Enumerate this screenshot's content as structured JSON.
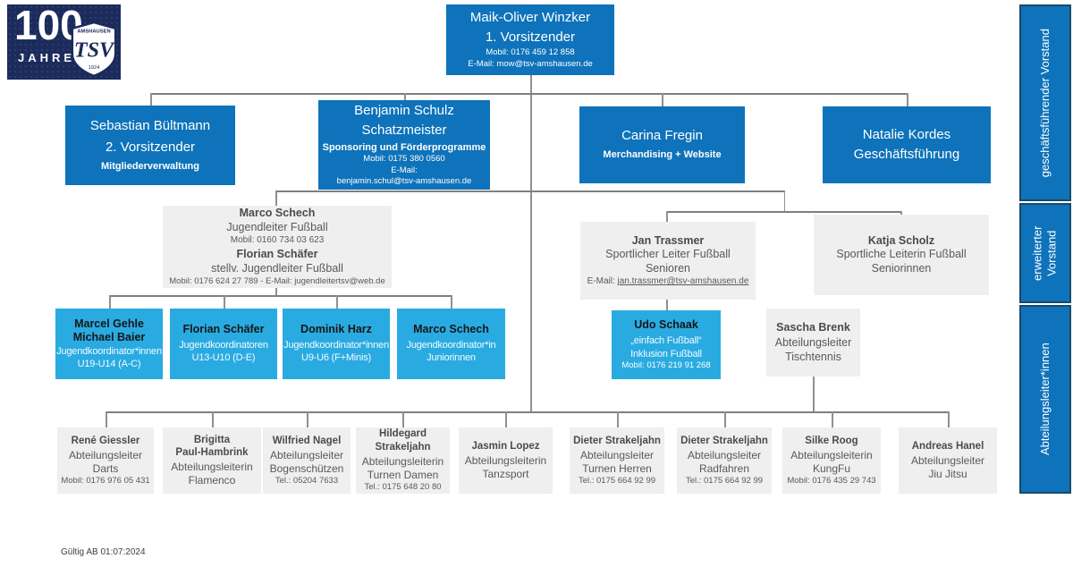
{
  "colors": {
    "dark_blue": "#0E73BA",
    "light_blue": "#29ABE2",
    "gray_box": "#EFEFEF",
    "gray_text": "#58595B",
    "line_gray": "#7F7F7F",
    "logo_navy": "#1B2B5C",
    "sidebar_border": "#1A4A66"
  },
  "logo": {
    "big": "100",
    "jahre": "JAHRE",
    "crest_arc": "AMSHAUSEN",
    "crest_monogram": "TSV",
    "crest_year": "1924"
  },
  "sidebar": {
    "items": [
      {
        "label": "geschäftsführender Vorstand"
      },
      {
        "line1": "erweiterter",
        "line2": "Vorstand"
      },
      {
        "label": "Abteilungsleiter*innen"
      }
    ]
  },
  "footer": {
    "note": "Gültig AB 01:07:2024"
  },
  "nodes": {
    "maik": {
      "name": "Maik-Oliver Winzker",
      "role": "1. Vorsitzender",
      "mobile": "Mobil: 0176 459 12 858",
      "email": "E-Mail: mow@tsv-amshausen.de"
    },
    "sebastian": {
      "name": "Sebastian Bültmann",
      "role": "2. Vorsitzender",
      "sub": "Mitgliederverwaltung"
    },
    "benjamin": {
      "name": "Benjamin Schulz",
      "role": "Schatzmeister",
      "sub": "Sponsoring und Förderprogramme",
      "mobile": "Mobil: 0175 380 0560",
      "email_label": "E-Mail:",
      "email": "benjamin.schul@tsv-amshausen.de"
    },
    "carina": {
      "name": "Carina Fregin",
      "sub": "Merchandising + Website"
    },
    "natalie": {
      "name": "Natalie Kordes",
      "role": "Geschäftsführung"
    },
    "jugendleitung": {
      "name1": "Marco Schech",
      "role1": "Jugendleiter Fußball",
      "mobile1": "Mobil: 0160 734 03 623",
      "name2": "Florian Schäfer",
      "role2": "stellv. Jugendleiter Fußball",
      "contact2": "Mobil: 0176 624 27 789 - E-Mail: jugendleitertsv@web.de"
    },
    "jan": {
      "name": "Jan Trassmer",
      "role": "Sportlicher Leiter Fußball",
      "role2": "Senioren",
      "email_label": "E-Mail: ",
      "email": "jan.trassmer@tsv-amshausen.de"
    },
    "katja": {
      "name": "Katja Scholz",
      "role": "Sportliche Leiterin Fußball",
      "role2": "Seniorinnen"
    },
    "jk1": {
      "name1": "Marcel Gehle",
      "name2": "Michael Baier",
      "role": "Jugendkoordinator*innen",
      "group": "U19-U14 (A-C)"
    },
    "jk2": {
      "name": "Florian Schäfer",
      "role": "Jugendkoordinatoren",
      "group": "U13-U10 (D-E)"
    },
    "jk3": {
      "name": "Dominik Harz",
      "role": "Jugendkoordinator*innen",
      "group": "U9-U6 (F+Minis)"
    },
    "jk4": {
      "name": "Marco Schech",
      "role": "Jugendkoordinator*in",
      "group": "Juniorinnen"
    },
    "udo": {
      "name": "Udo Schaak",
      "sub1": "„einfach Fußball“",
      "sub2": "Inklusion Fußball",
      "mobile": "Mobil: 0176 219 91 268"
    },
    "sascha": {
      "name": "Sascha Brenk",
      "role": "Abteilungsleiter",
      "dept": "Tischtennis"
    },
    "d1": {
      "name": "René Giessler",
      "role": "Abteilungsleiter",
      "dept": "Darts",
      "contact": "Mobil: 0176 976 05 431"
    },
    "d2": {
      "name1": "Brigitta",
      "name2": "Paul-Hambrink",
      "role": "Abteilungsleiterin",
      "dept": "Flamenco"
    },
    "d3": {
      "name": "Wilfried Nagel",
      "role": "Abteilungsleiter",
      "dept": "Bogenschützen",
      "contact": "Tel.: 05204 7633"
    },
    "d4": {
      "name1": "Hildegard",
      "name2": "Strakeljahn",
      "role": "Abteilungsleiterin",
      "dept": "Turnen Damen",
      "contact": "Tel.: 0175 648 20 80"
    },
    "d5": {
      "name": "Jasmin Lopez",
      "role": "Abteilungsleiterin",
      "dept": "Tanzsport"
    },
    "d6": {
      "name": "Dieter Strakeljahn",
      "role": "Abteilungsleiter",
      "dept": "Turnen Herren",
      "contact": "Tel.: 0175 664 92 99"
    },
    "d7": {
      "name": "Dieter Strakeljahn",
      "role": "Abteilungsleiter",
      "dept": "Radfahren",
      "contact": "Tel.: 0175 664 92 99"
    },
    "d8": {
      "name": "Silke Roog",
      "role": "Abteilungsleiterin",
      "dept": "KungFu",
      "contact": "Mobil: 0176 435 29 743"
    },
    "d9": {
      "name": "Andreas Hanel",
      "role": "Abteilungsleiter",
      "dept": "Jiu Jitsu"
    }
  }
}
